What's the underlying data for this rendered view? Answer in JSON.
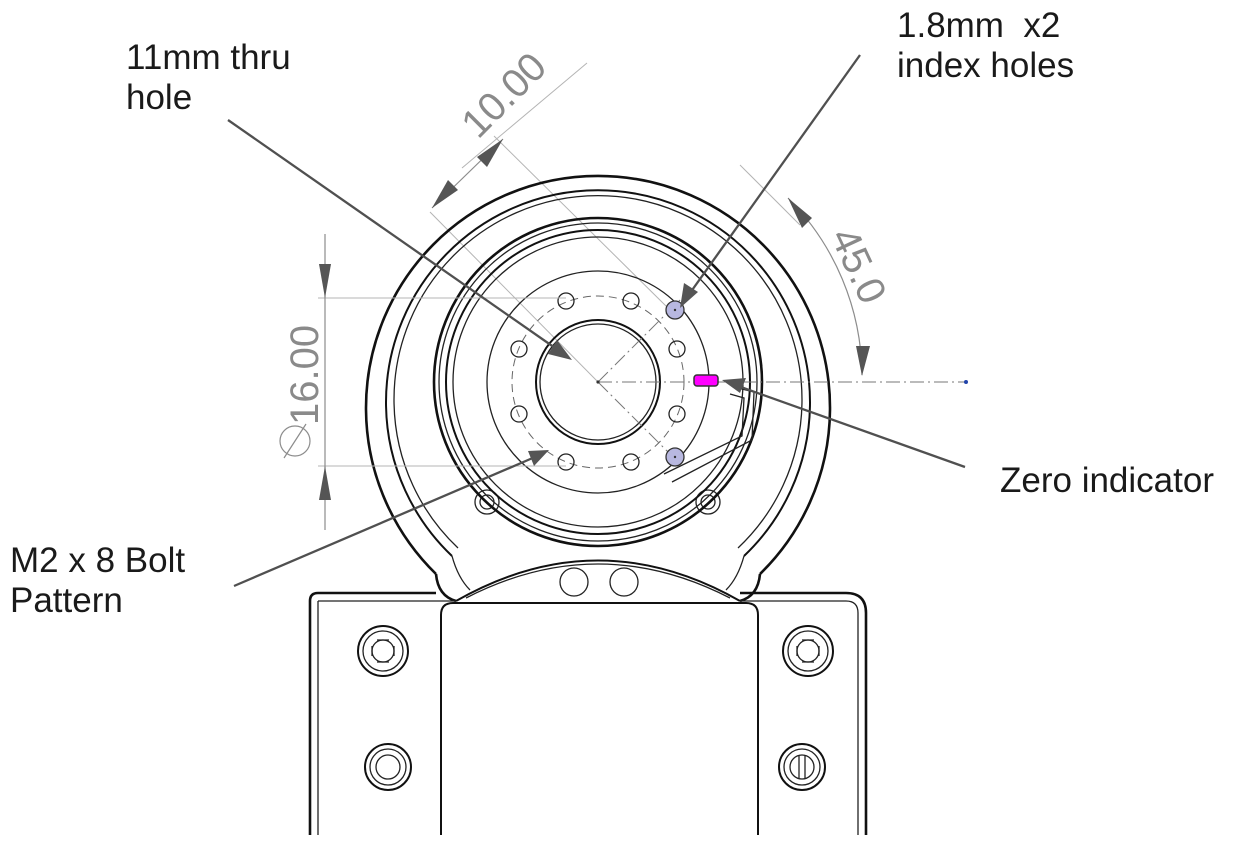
{
  "callouts": {
    "thru_hole": [
      "11mm thru",
      "hole"
    ],
    "index_holes": [
      "1.8mm  x2",
      "index holes"
    ],
    "zero_indicator": "Zero indicator",
    "bolt_pattern": [
      "M2 x 8 Bolt",
      "Pattern"
    ]
  },
  "dimensions": {
    "linear": "10.00",
    "angle": "45.0",
    "diameter": "16.00"
  },
  "colors": {
    "index_hole_fill": "#b8b8e0",
    "zero_indicator_fill": "#ff00ff",
    "line": "#111111",
    "dimension": "#8a8a8a",
    "background": "#ffffff"
  }
}
